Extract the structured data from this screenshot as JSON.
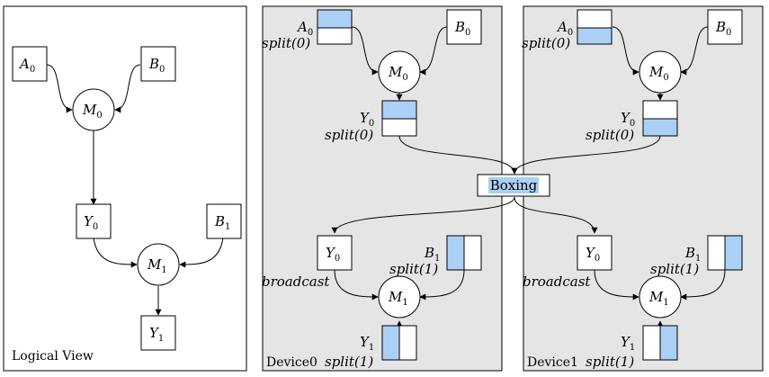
{
  "panels": {
    "logical": "Logical View",
    "device0": "Device0",
    "device1": "Device1"
  },
  "nodes": {
    "A": "A",
    "B": "B",
    "M": "M",
    "Y": "Y",
    "sub0": "0",
    "sub1": "1"
  },
  "split0": "split(0)",
  "split1": "split(1)",
  "broadcast": "broadcast",
  "boxing": "Boxing",
  "colors": {
    "highlight": "#abd0f5",
    "device_background": "#e5e5e5"
  }
}
